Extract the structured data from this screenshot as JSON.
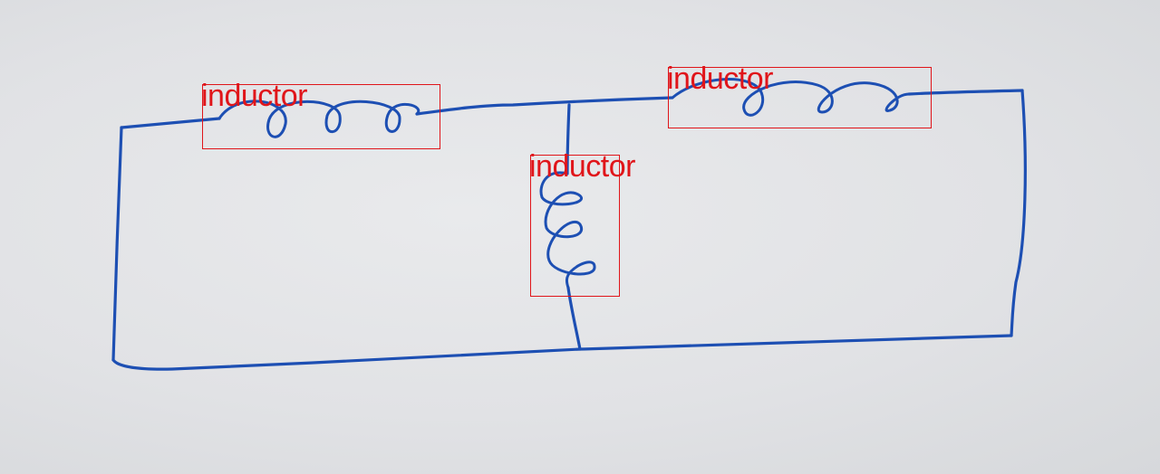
{
  "colors": {
    "ink": "#1d4fb3",
    "annotation": "#e0151a"
  },
  "annotations": [
    {
      "label": "inductor"
    },
    {
      "label": "inductor"
    },
    {
      "label": "inductor"
    }
  ]
}
